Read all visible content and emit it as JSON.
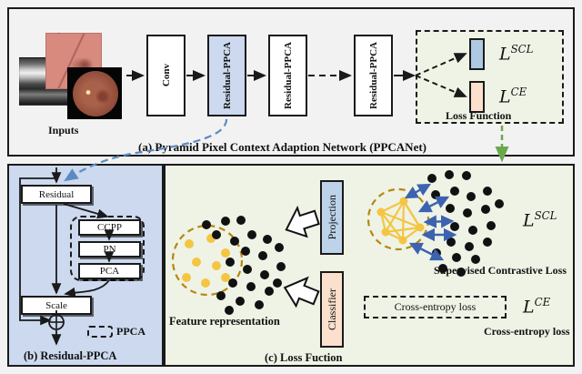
{
  "figure": {
    "panel_a": {
      "caption": "(a) Pyramid Pixel Context Adaption Network (PPCANet)",
      "inputs_label": "Inputs",
      "input_thumbnails": [
        {
          "name": "oct-grayscale-scan"
        },
        {
          "name": "fundus-red-patch"
        },
        {
          "name": "fundus-color-photo"
        }
      ],
      "blocks": [
        {
          "label": "Conv",
          "fill": "#ffffff"
        },
        {
          "label": "Residual-PPCA",
          "fill": "#ccd9ee"
        },
        {
          "label": "Residual-PPCA",
          "fill": "#ffffff"
        },
        {
          "label": "Residual-PPCA",
          "fill": "#ffffff"
        }
      ],
      "loss_group": {
        "title": "Loss Function",
        "fill": "#eef3e6",
        "items": [
          {
            "symbol": "L",
            "superscript": "SCL",
            "bar_color": "#aec9e3"
          },
          {
            "symbol": "L",
            "superscript": "CE",
            "bar_color": "#fae0cd"
          }
        ]
      }
    },
    "panel_b": {
      "caption": "(b)  Residual-PPCA",
      "fill": "#ccd9ee",
      "blocks": [
        {
          "label": "Residual"
        },
        {
          "label": "CCPP"
        },
        {
          "label": "PN"
        },
        {
          "label": "PCA"
        },
        {
          "label": "Scale"
        }
      ],
      "legend": {
        "label": "PPCA"
      },
      "sum_symbol": "⊕"
    },
    "panel_c": {
      "caption": "(c) Loss Fuction",
      "fill": "#eef3e6",
      "feature_label": "Feature representation",
      "heads": [
        {
          "label": "Projection",
          "fill": "#bdd3ea"
        },
        {
          "label": "Classifier",
          "fill": "#fae0cd"
        }
      ],
      "scl": {
        "symbol": "L",
        "superscript": "SCL",
        "caption": "Supervised Contrastive Loss"
      },
      "ce": {
        "symbol": "L",
        "superscript": "CE",
        "box_label": "Cross-entropy loss",
        "caption": "Cross-entropy loss"
      }
    }
  },
  "colors": {
    "page_background": "#f2f2f2",
    "panel_b_fill": "#ccd9ee",
    "panel_c_fill": "#eef3e6",
    "stroke": "#1a1a1a",
    "blue_link": "#5b8bc4",
    "green_link": "#6aa84f",
    "cluster_gold": "#b8860b",
    "cluster_node": "#f5c542",
    "arrow_blue": "#3c62b0",
    "dot_black": "#111111"
  }
}
